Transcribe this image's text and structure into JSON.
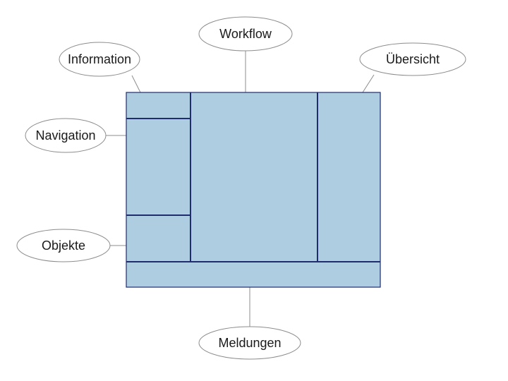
{
  "labels": {
    "workflow": "Workflow",
    "information": "Information",
    "uebersicht": "Übersicht",
    "navigation": "Navigation",
    "objekte": "Objekte",
    "meldungen": "Meldungen"
  },
  "colors": {
    "pane_fill": "#aecde0",
    "pane_border": "#1f2d6e",
    "connector": "#8c8c8c"
  }
}
